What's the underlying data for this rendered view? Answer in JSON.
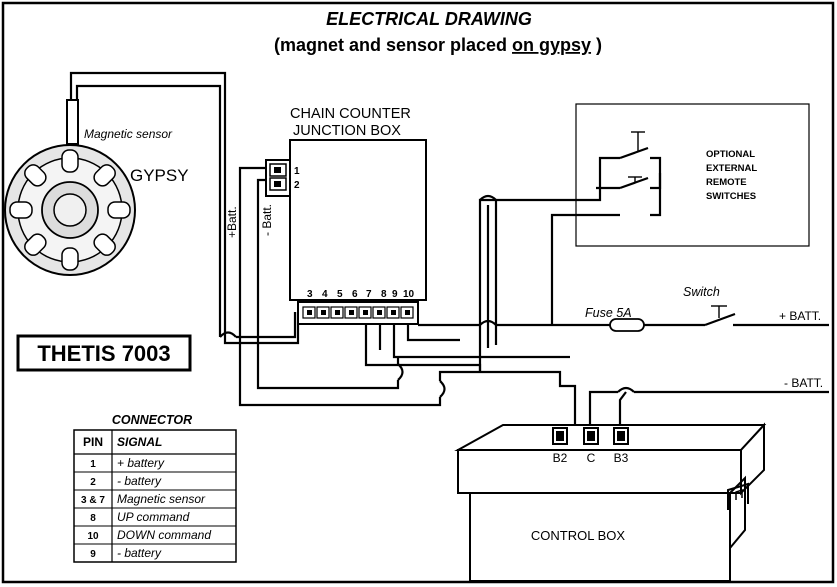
{
  "header": {
    "title": "ELECTRICAL DRAWING",
    "subtitle_prefix": "(magnet and sensor placed ",
    "subtitle_underlined": "on gypsy",
    "subtitle_suffix": " )"
  },
  "sensor": {
    "label": "Magnetic sensor"
  },
  "gypsy": {
    "label": "GYPSY"
  },
  "product": {
    "name": "THETIS 7003"
  },
  "junction_box": {
    "title_line1": "CHAIN COUNTER",
    "title_line2": "JUNCTION BOX",
    "top_pins": [
      "1",
      "2"
    ],
    "bottom_pins": [
      "3",
      "4",
      "5",
      "6",
      "7",
      "8",
      "9",
      "10"
    ]
  },
  "wires": {
    "plus_batt": "+Batt.",
    "minus_batt": "- Batt."
  },
  "remote": {
    "lines": [
      "OPTIONAL",
      "EXTERNAL",
      "REMOTE",
      "SWITCHES"
    ]
  },
  "fuse": {
    "label": "Fuse  5A"
  },
  "switch": {
    "label": "Switch"
  },
  "battery": {
    "plus": "+ BATT.",
    "minus": "- BATT."
  },
  "control_box": {
    "label": "CONTROL BOX",
    "terminals": [
      "B2",
      "C",
      "B3"
    ]
  },
  "connector_table": {
    "title": "CONNECTOR",
    "headers": [
      "PIN",
      "SIGNAL"
    ],
    "rows": [
      {
        "pin": "1",
        "signal": "+ battery"
      },
      {
        "pin": "2",
        "signal": "- battery"
      },
      {
        "pin": "3 & 7",
        "signal": "Magnetic sensor"
      },
      {
        "pin": "8",
        "signal": "UP command"
      },
      {
        "pin": "10",
        "signal": "DOWN command"
      },
      {
        "pin": "9",
        "signal": "- battery"
      }
    ]
  }
}
